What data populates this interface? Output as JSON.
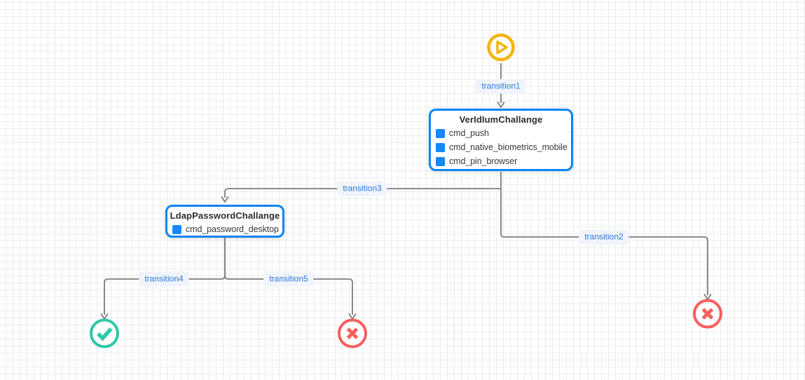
{
  "diagram": {
    "nodes": {
      "start": {
        "type": "start"
      },
      "veridium_challenge": {
        "title": "VerIdIumChallange",
        "commands": [
          "cmd_push",
          "cmd_native_biometrics_mobile",
          "cmd_pin_browser"
        ]
      },
      "ldap_password_challenge": {
        "title": "LdapPasswordChallange",
        "commands": [
          "cmd_password_desktop"
        ]
      },
      "success_end": {
        "type": "success"
      },
      "failure_end_right": {
        "type": "failure"
      },
      "failure_end_bottom": {
        "type": "failure"
      }
    },
    "edges": {
      "transition1": {
        "label": "transition1"
      },
      "transition2": {
        "label": "transition2"
      },
      "transition3": {
        "label": "transition3"
      },
      "transition4": {
        "label": "transition4"
      },
      "transition5": {
        "label": "transition5"
      }
    }
  },
  "colors": {
    "accent_blue": "#0d86f2",
    "square_blue": "#1489f7",
    "label_blue": "#2a7de2",
    "label_bg": "#f1f4fa",
    "start_yellow": "#f5b40a",
    "success_green": "#2fc8a8",
    "failure_red": "#f95e5e",
    "line_gray": "#7d7d7d",
    "grid_line": "#ececf1",
    "title_text": "#2d2d2d",
    "item_text": "#3a3a3a"
  }
}
